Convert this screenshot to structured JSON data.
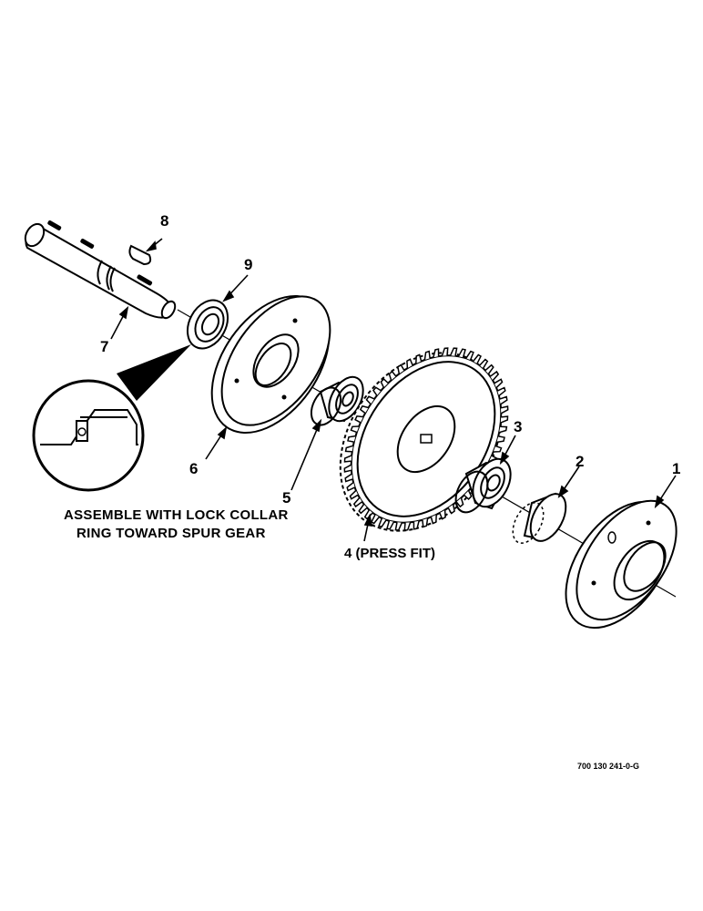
{
  "callouts": {
    "c1": "1",
    "c2": "2",
    "c3": "3",
    "c4": "4 (PRESS FIT)",
    "c5": "5",
    "c6": "6",
    "c7": "7",
    "c8": "8",
    "c9": "9"
  },
  "note": {
    "line1": "ASSEMBLE WITH LOCK COLLAR",
    "line2": "RING TOWARD SPUR GEAR"
  },
  "part_number": "700 130 241-0-G"
}
